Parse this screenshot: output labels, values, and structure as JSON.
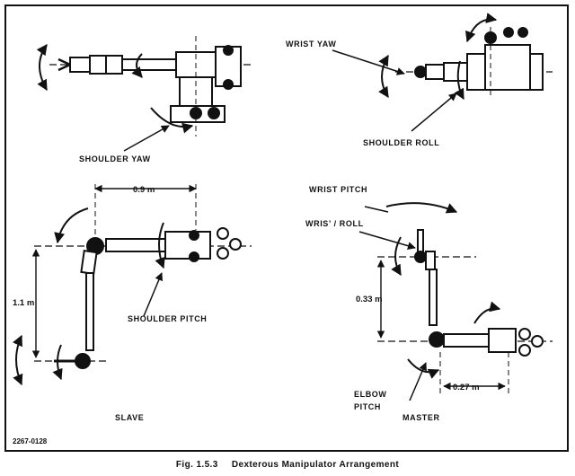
{
  "caption": {
    "number": "Fig. 1.5.3",
    "title": "Dexterous Manipulator Arrangement"
  },
  "drawing_number": "2267-0128",
  "labels": {
    "shoulder_yaw": "SHOULDER YAW",
    "wrist_yaw": "WRIST YAW",
    "shoulder_roll": "SHOULDER ROLL",
    "wrist_pitch": "WRIST PITCH",
    "wrist_roll": "WRIS’ / ROLL",
    "shoulder_pitch": "SHOULDER PITCH",
    "elbow_pitch_1": "ELBOW",
    "elbow_pitch_2": "PITCH",
    "slave": "SLAVE",
    "master": "MASTER"
  },
  "dimensions": {
    "slave_width": "0.9 m",
    "slave_height": "1.1 m",
    "master_height": "0.33 m",
    "master_width": "0.27 m"
  }
}
